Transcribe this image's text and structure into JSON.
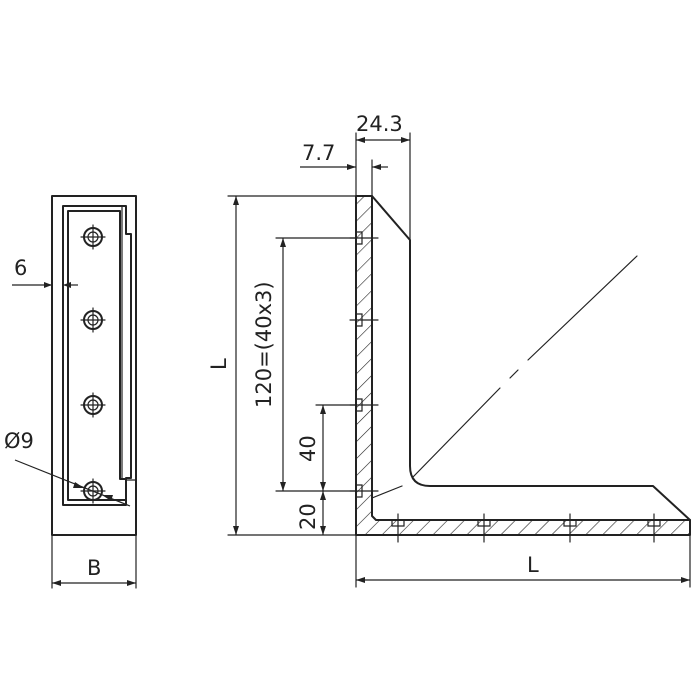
{
  "dimensions": {
    "side_width": "6",
    "hole_diameter": "Ø9",
    "width_b": "B",
    "height_l": "L",
    "pitch": "120=(40x3)",
    "spacing": "40",
    "edge_offset": "20",
    "top_offset": "7.7",
    "depth": "24.3",
    "length_l": "L"
  },
  "colors": {
    "line": "#222222",
    "background": "#ffffff"
  }
}
